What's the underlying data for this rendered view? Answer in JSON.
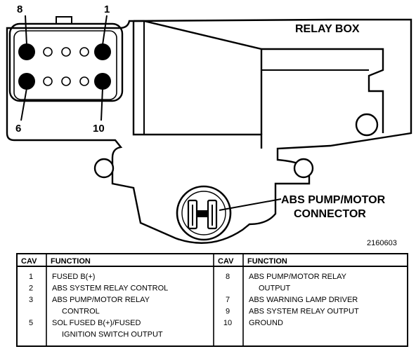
{
  "labels": {
    "title": "RELAY BOX",
    "pin_top_left": "8",
    "pin_top_right": "1",
    "pin_bottom_left": "6",
    "pin_bottom_right": "10",
    "callout_line1": "ABS PUMP/MOTOR",
    "callout_line2": "CONNECTOR",
    "figure_id": "2160603"
  },
  "table": {
    "headers": {
      "cav": "CAV",
      "function": "FUNCTION"
    },
    "left": [
      {
        "cav": "1",
        "function": "FUSED B(+)"
      },
      {
        "cav": "2",
        "function": "ABS SYSTEM RELAY CONTROL"
      },
      {
        "cav": "3",
        "function": "ABS PUMP/MOTOR RELAY"
      },
      {
        "cav": "",
        "function": "CONTROL"
      },
      {
        "cav": "5",
        "function": "SOL FUSED B(+)/FUSED"
      },
      {
        "cav": "",
        "function": "IGNITION SWITCH OUTPUT"
      }
    ],
    "right": [
      {
        "cav": "8",
        "function": "ABS PUMP/MOTOR RELAY"
      },
      {
        "cav": "",
        "function": "OUTPUT"
      },
      {
        "cav": "7",
        "function": "ABS WARNING LAMP DRIVER"
      },
      {
        "cav": "9",
        "function": "ABS SYSTEM RELAY OUTPUT"
      },
      {
        "cav": "10",
        "function": "GROUND"
      }
    ]
  }
}
